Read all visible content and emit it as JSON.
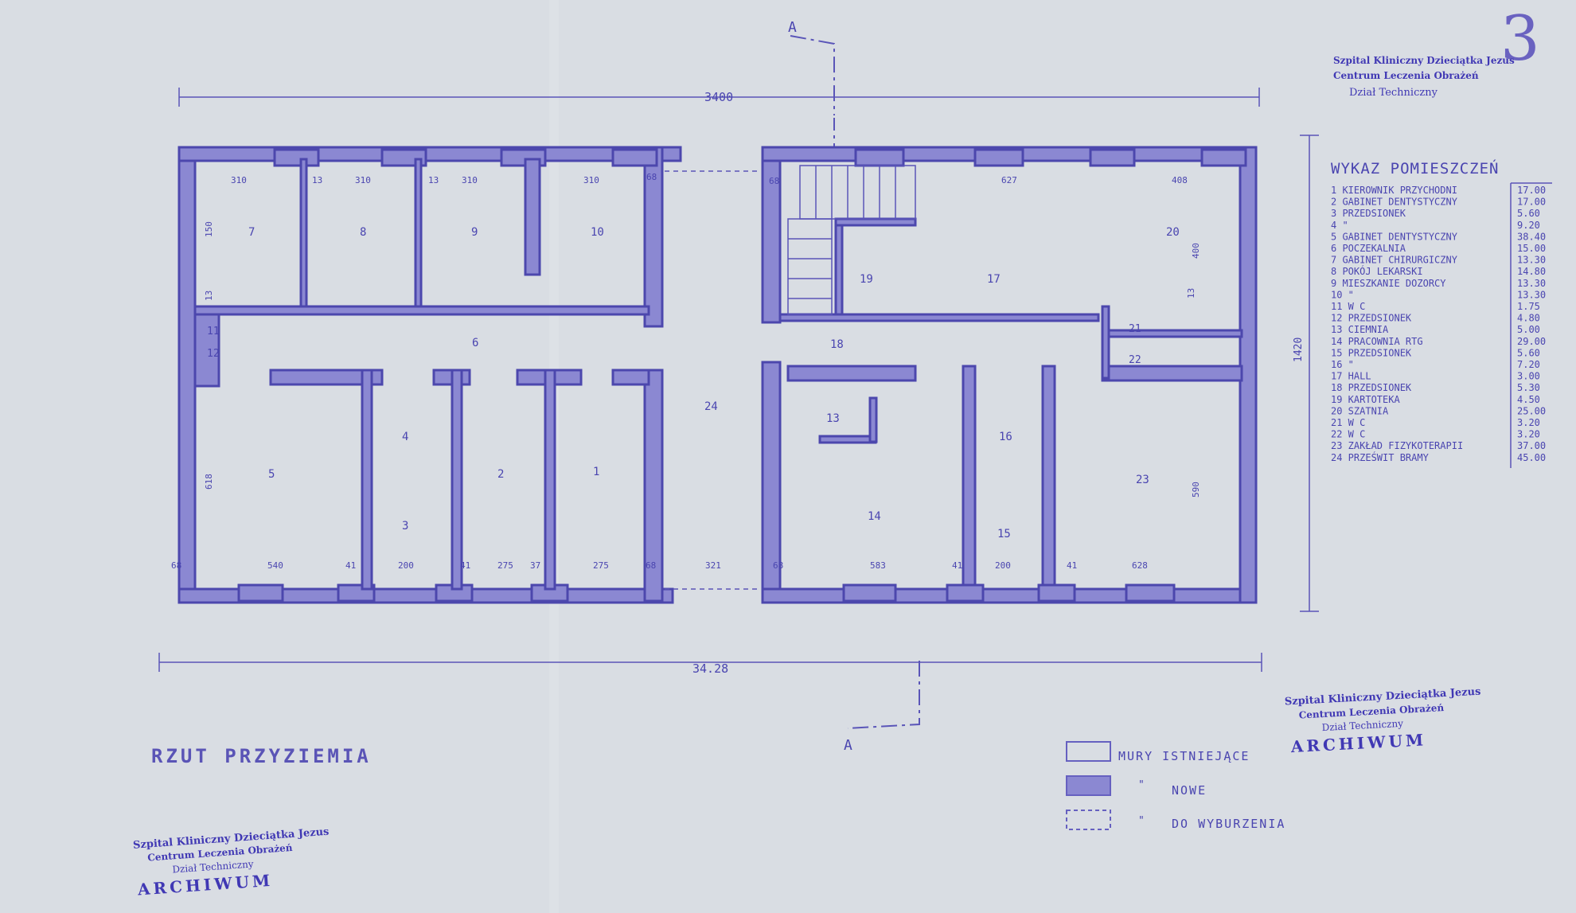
{
  "sheet_number": "3",
  "section_marker": "A",
  "title": "RZUT PRZYZIEMIA",
  "top_stamp": [
    "Szpital Kliniczny Dzieciątka Jezus",
    "Centrum Leczenia Obrażeń",
    "Dział Techniczny"
  ],
  "archive_stamp": [
    "Szpital Kliniczny Dzieciątka Jezus",
    "Centrum Leczenia Obrażeń",
    "Dział Techniczny",
    "ARCHIWUM"
  ],
  "overall_dims": {
    "top": "3400",
    "bottom": "34.28",
    "right": "1420"
  },
  "dims": [
    "310",
    "13",
    "310",
    "13",
    "310",
    "310",
    "68",
    "68",
    "627",
    "408",
    "150",
    "13",
    "400",
    "13",
    "618",
    "68",
    "540",
    "41",
    "200",
    "41",
    "275",
    "37",
    "275",
    "68",
    "321",
    "68",
    "583",
    "41",
    "200",
    "41",
    "628",
    "590"
  ],
  "room_numbers": [
    "7",
    "8",
    "9",
    "10",
    "19",
    "17",
    "20",
    "11",
    "12",
    "6",
    "18",
    "21",
    "22",
    "24",
    "13",
    "16",
    "4",
    "5",
    "2",
    "1",
    "23",
    "3",
    "14",
    "15"
  ],
  "legend_header": "WYKAZ POMIESZCZEŃ",
  "rooms": [
    {
      "name": "1 KIEROWNIK PRZYCHODNI",
      "area": "17.00"
    },
    {
      "name": "2 GABINET DENTYSTYCZNY",
      "area": "17.00"
    },
    {
      "name": "3 PRZEDSIONEK",
      "area": "5.60"
    },
    {
      "name": "4 \"",
      "area": "9.20"
    },
    {
      "name": "5 GABINET DENTYSTYCZNY",
      "area": "38.40"
    },
    {
      "name": "6 POCZEKALNIA",
      "area": "15.00"
    },
    {
      "name": "7 GABINET CHIRURGICZNY",
      "area": "13.30"
    },
    {
      "name": "8 POKÓJ LEKARSKI",
      "area": "14.80"
    },
    {
      "name": "9 MIESZKANIE DOZORCY",
      "area": "13.30"
    },
    {
      "name": "10 \"",
      "area": "13.30"
    },
    {
      "name": "11 W C",
      "area": "1.75"
    },
    {
      "name": "12 PRZEDSIONEK",
      "area": "4.80"
    },
    {
      "name": "13 CIEMNIA",
      "area": "5.00"
    },
    {
      "name": "14 PRACOWNIA RTG",
      "area": "29.00"
    },
    {
      "name": "15 PRZEDSIONEK",
      "area": "5.60"
    },
    {
      "name": "16 \"",
      "area": "7.20"
    },
    {
      "name": "17 HALL",
      "area": "3.00"
    },
    {
      "name": "18 PRZEDSIONEK",
      "area": "5.30"
    },
    {
      "name": "19 KARTOTEKA",
      "area": "4.50"
    },
    {
      "name": "20 SZATNIA",
      "area": "25.00"
    },
    {
      "name": "21 W C",
      "area": "3.20"
    },
    {
      "name": "22 W C",
      "area": "3.20"
    },
    {
      "name": "23 ZAKŁAD FIZYKOTERAPII",
      "area": "37.00"
    },
    {
      "name": "24 PRZEŚWIT BRAMY",
      "area": "45.00"
    }
  ],
  "key": [
    {
      "label": "MURY ISTNIEJĄCE",
      "mark": ""
    },
    {
      "label": "NOWE",
      "mark": "\""
    },
    {
      "label": "DO WYBURZENIA",
      "mark": "\""
    }
  ],
  "colors": {
    "paper": "#d9dde3",
    "ink": "#5a55b8",
    "stamp": "#4038b4"
  }
}
